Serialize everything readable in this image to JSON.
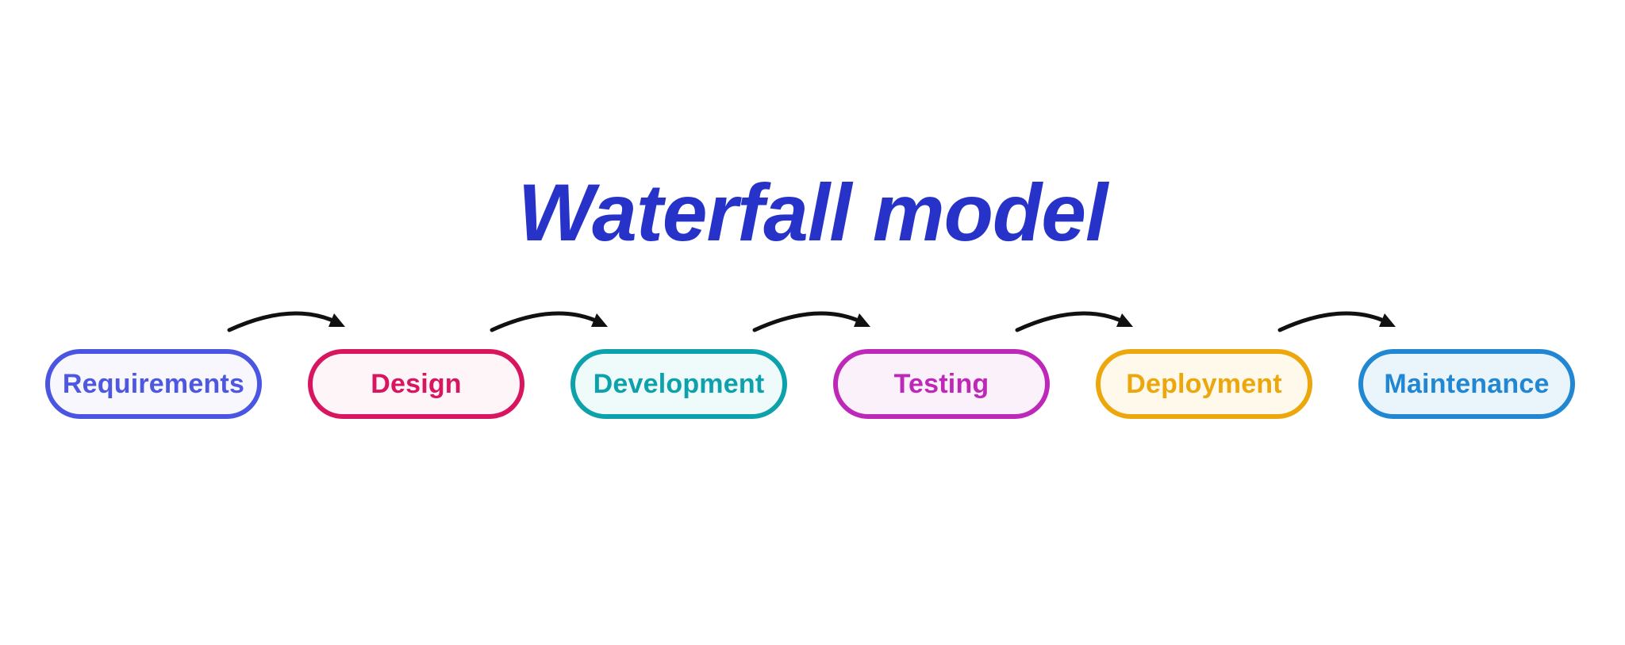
{
  "title": {
    "text": "Waterfall model",
    "color": "#2733c8"
  },
  "stages": [
    {
      "label": "Requirements",
      "border_color": "#4a55e2",
      "fill_color": "#f7f7fd",
      "text_color": "#4d57e0"
    },
    {
      "label": "Design",
      "border_color": "#d8155f",
      "fill_color": "#fdf5f8",
      "text_color": "#d8155f"
    },
    {
      "label": "Development",
      "border_color": "#0da2ab",
      "fill_color": "#effafb",
      "text_color": "#0da2ab"
    },
    {
      "label": "Testing",
      "border_color": "#be28b8",
      "fill_color": "#fbf1fa",
      "text_color": "#be28b8"
    },
    {
      "label": "Deployment",
      "border_color": "#eba70c",
      "fill_color": "#fef9eb",
      "text_color": "#eba70c"
    },
    {
      "label": "Maintenance",
      "border_color": "#2287d2",
      "fill_color": "#eaf4fb",
      "text_color": "#2287d2"
    }
  ],
  "arrows": {
    "color": "#111111"
  }
}
